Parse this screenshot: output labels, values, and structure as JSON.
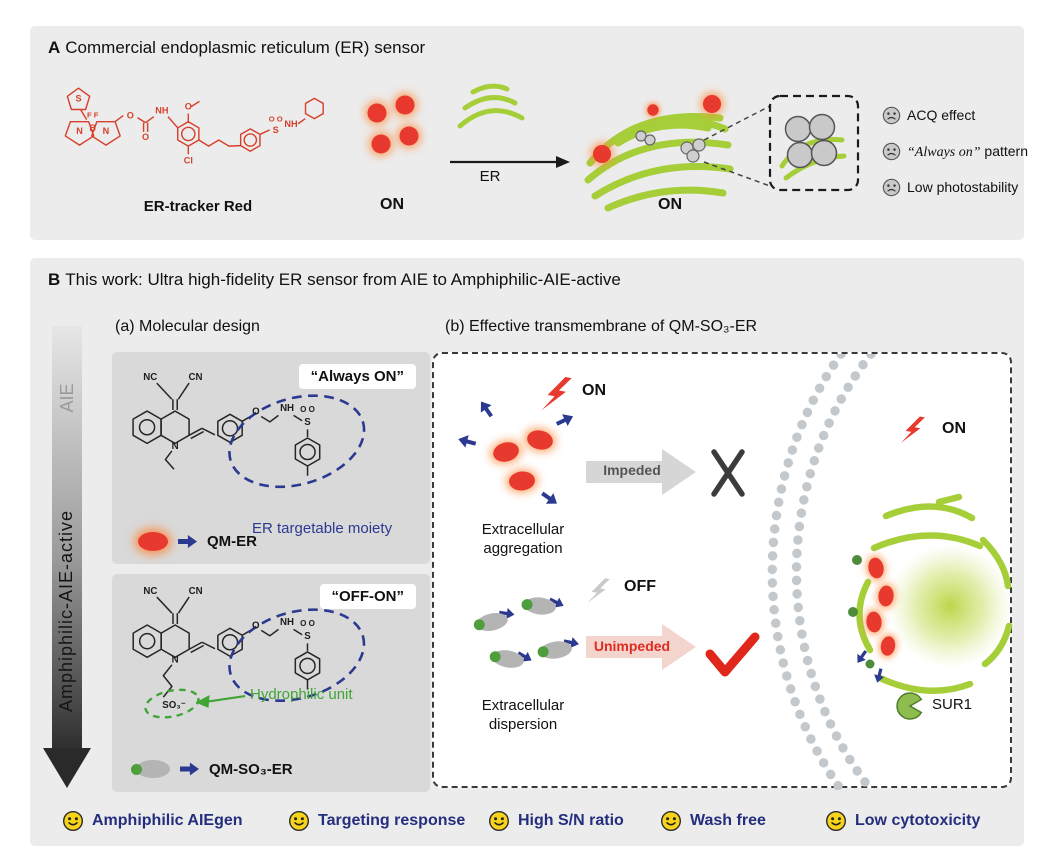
{
  "panelA": {
    "label": "A",
    "title": "Commercial endoplasmic reticulum (ER) sensor",
    "molecule": {
      "label": "ER-tracker Red",
      "atoms": [
        "S",
        "F F",
        "B",
        "N",
        "N",
        "O",
        "O",
        "Cl",
        "NH",
        "O",
        "S",
        "O O",
        "NH"
      ]
    },
    "state_left": "ON",
    "arrow_label": "ER",
    "state_right": "ON",
    "drawbacks": [
      {
        "pre": "",
        "text": "ACQ effect"
      },
      {
        "pre": "“Always on”",
        "text": " pattern"
      },
      {
        "pre": "",
        "text": "Low photostability"
      }
    ]
  },
  "panelB": {
    "label": "B",
    "title": "This work: Ultra high-fidelity ER sensor from AIE to Amphiphilic-AIE-active",
    "axis_top": "AIE",
    "axis_bottom": "Amphiphilic-AIE-active",
    "design": {
      "heading": "(a) Molecular design",
      "always_on_badge": "“Always ON”",
      "er_moiety": "ER targetable moiety",
      "qm_er": {
        "label": "QM-ER",
        "atoms": [
          "NC",
          "CN",
          "N",
          "O",
          "NH",
          "S",
          "O O"
        ]
      },
      "off_on_badge": "“OFF-ON”",
      "hydrophilic": "Hydrophilic unit",
      "qm_so3": {
        "label": "QM-SO₃-ER",
        "atoms": [
          "NC",
          "CN",
          "N",
          "O",
          "NH",
          "S",
          "O O",
          "SO₃⁻"
        ]
      }
    },
    "transmembrane": {
      "heading": "(b) Effective transmembrane of QM-SO₃-ER",
      "state_on_out": "ON",
      "aggregation_label": "Extracellular aggregation",
      "impeded": "Impeded",
      "state_off": "OFF",
      "dispersion_label": "Extracellular dispersion",
      "unimpeded": "Unimpeded",
      "state_on_in": "ON",
      "sur1": "SUR1"
    }
  },
  "benefits": [
    "Amphiphilic AIEgen",
    "Targeting response",
    "High S/N ratio",
    "Wash free",
    "Low cytotoxicity"
  ],
  "colors": {
    "accent_red": "#e8392e",
    "er_green": "#a6ce39",
    "navy_text": "#232e7e",
    "annotation_blue": "#2b3990",
    "annotation_green": "#3fa535",
    "membrane_grey": "#c3c8cc"
  }
}
